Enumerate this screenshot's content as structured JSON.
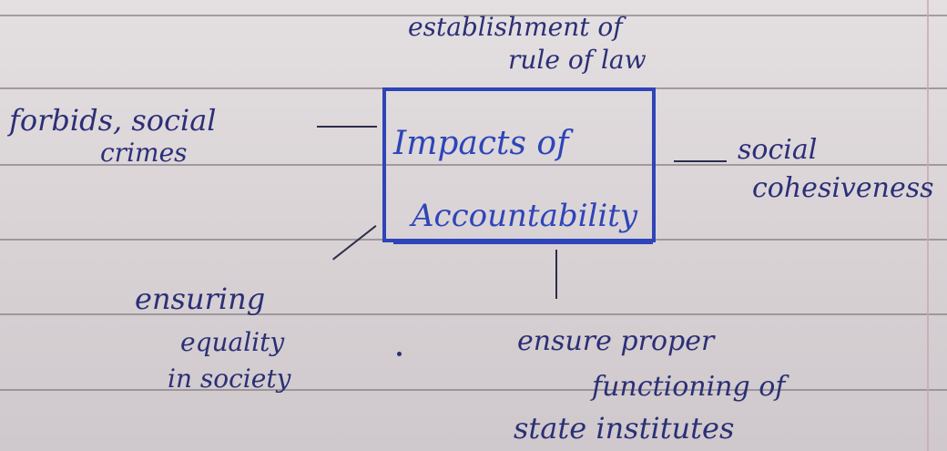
{
  "center": {
    "line1": "Impacts of",
    "line2": "Accountability"
  },
  "branches": {
    "top": {
      "line1": "establishment of",
      "line2": "rule of law"
    },
    "left": {
      "line1": "forbids, social",
      "line2": "crimes"
    },
    "right": {
      "line1": "social",
      "line2": "cohesiveness"
    },
    "bottom_left": {
      "line1": "ensuring",
      "line2": "equality",
      "line3": "in society"
    },
    "bottom": {
      "line1": "ensure proper",
      "line2": "functioning of",
      "line3": "state institutes"
    }
  },
  "colors": {
    "box_ink": "#2e44b8",
    "text_ink": "#2b2f76",
    "paper": "#dcd7d9",
    "rule": "#7f7a80"
  }
}
